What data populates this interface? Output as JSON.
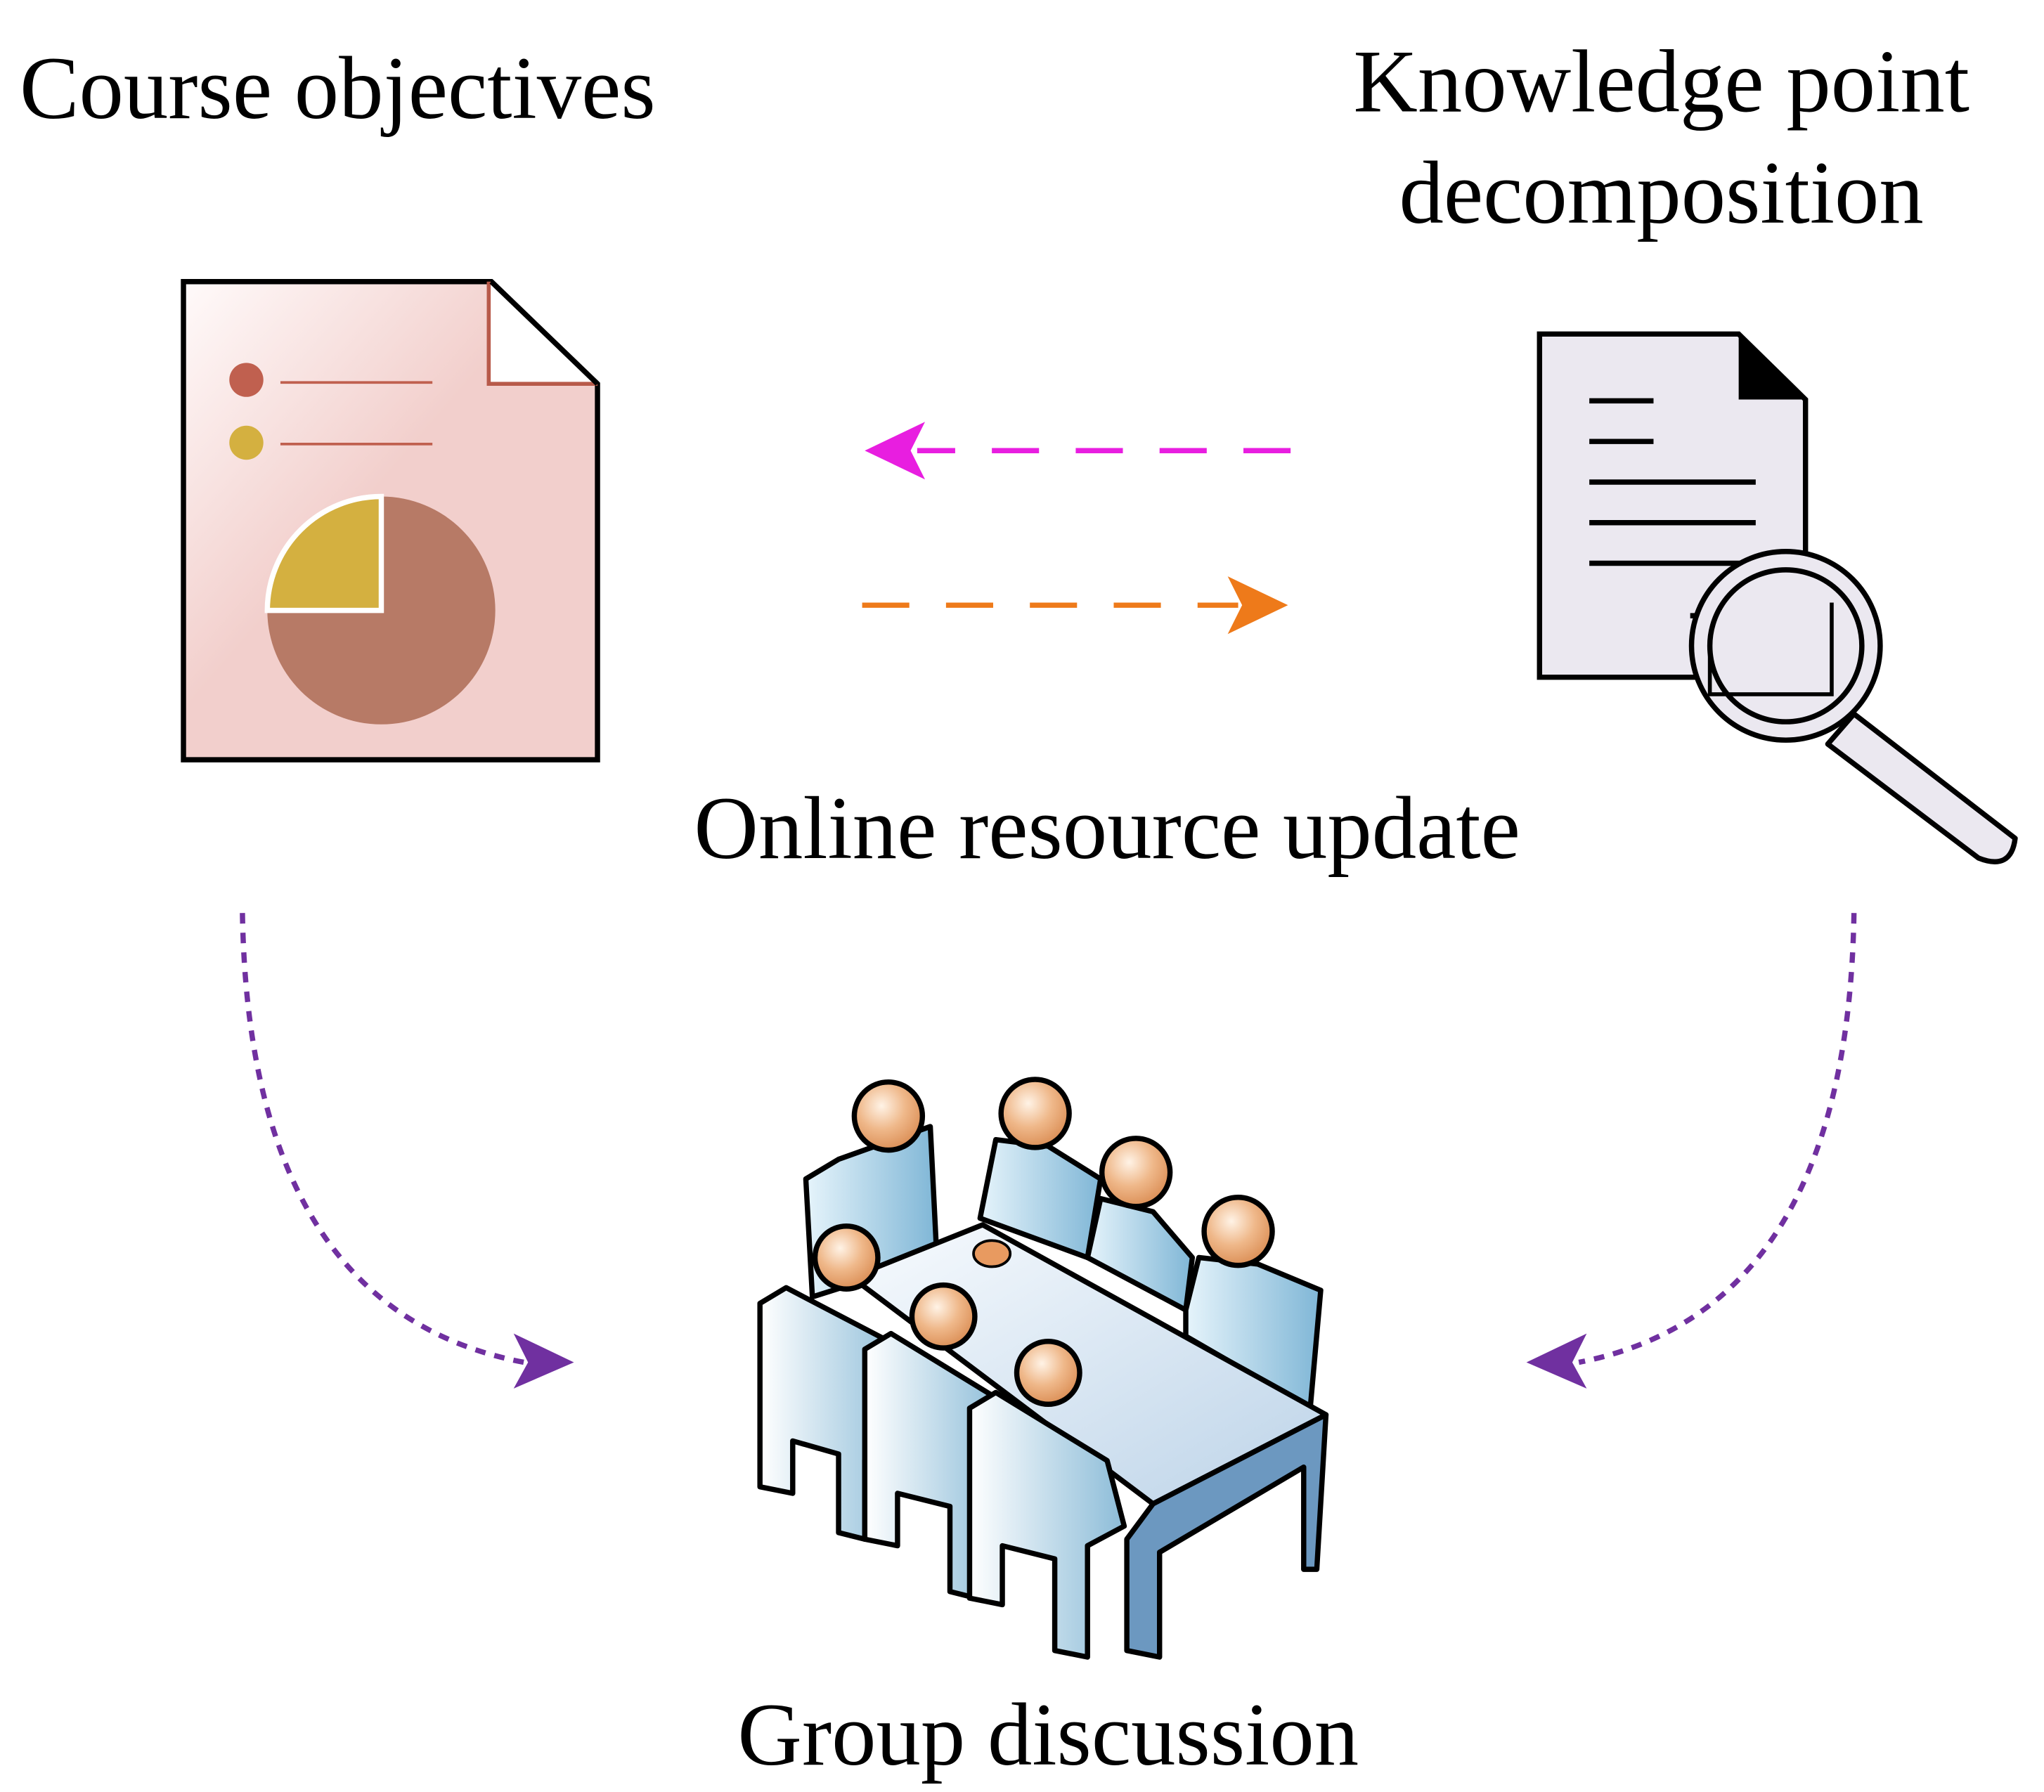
{
  "labels": {
    "course_objectives": "Course objectives",
    "knowledge_line1": "Knowledge point",
    "knowledge_line2": "decomposition",
    "online_update": "Online resource update",
    "group_discussion": "Group discussion"
  },
  "colors": {
    "magenta_arrow": "#e81ee0",
    "orange_arrow": "#ee7a1a",
    "purple_arrow": "#7030a0",
    "doc_pink": "#f2cfcc",
    "pie_main": "#b77a66",
    "pie_slice": "#d4b040",
    "bullet_red": "#c0604f",
    "doc_lavender": "#ebe8f0",
    "figure_blue": "#9cc8e0",
    "head_orange": "#e8a878"
  }
}
